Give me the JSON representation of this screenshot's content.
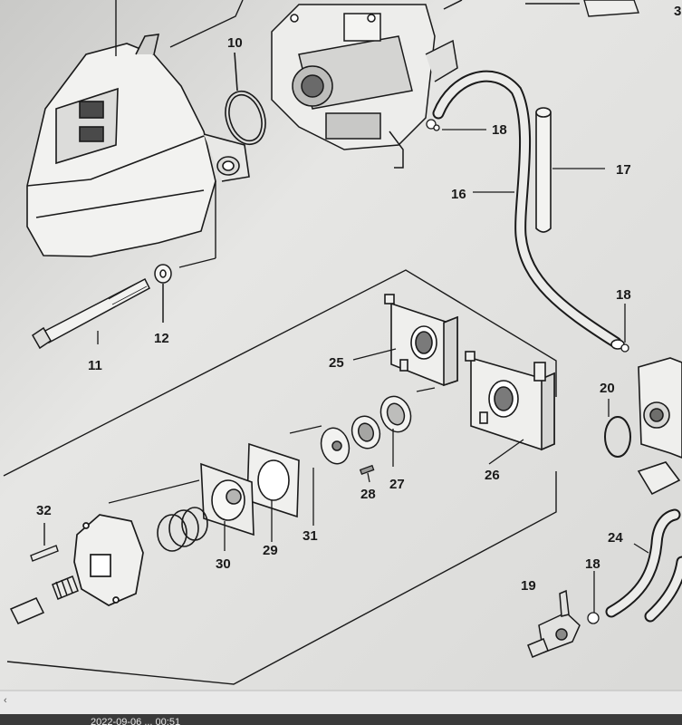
{
  "labels": {
    "l3": "3",
    "l10": "10",
    "l11": "11",
    "l12": "12",
    "l16": "16",
    "l17": "17",
    "l18a": "18",
    "l18b": "18",
    "l18c": "18",
    "l19": "19",
    "l20": "20",
    "l24": "24",
    "l25": "25",
    "l26": "26",
    "l27": "27",
    "l28": "28",
    "l29": "29",
    "l30": "30",
    "l31": "31",
    "l32": "32"
  },
  "footer": {
    "timestamp": "2022-09-06 ... 00:51"
  },
  "colors": {
    "paper": "#e4e4e2",
    "ink": "#1a1a1a",
    "shadow": "#2b2b2b"
  }
}
